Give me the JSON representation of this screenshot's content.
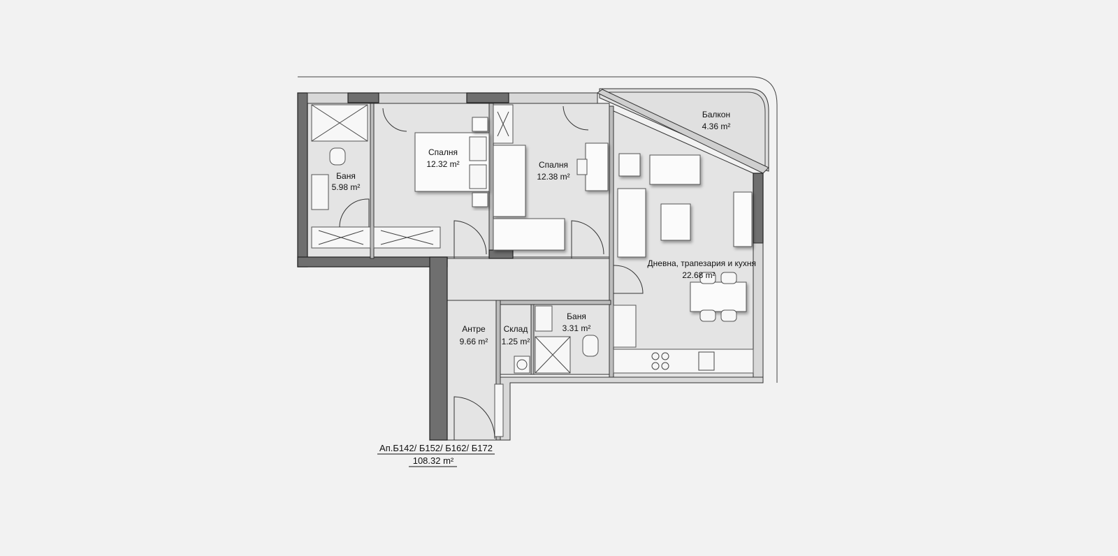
{
  "plan": {
    "apartment_label": "Ап.Б142/ Б152/ Б162/ Б172",
    "apartment_area": "108.32 m²",
    "rooms": [
      {
        "name": "Баня",
        "area": "5.98 m²"
      },
      {
        "name": "Спалня",
        "area": "12.32 m²"
      },
      {
        "name": "Спалня",
        "area": "12.38 m²"
      },
      {
        "name": "Балкон",
        "area": "4.36 m²"
      },
      {
        "name": "Дневна, трапезария и кухня",
        "area": "22.68 m²"
      },
      {
        "name": "Антре",
        "area": "9.66 m²"
      },
      {
        "name": "Склад",
        "area": "1.25 m²"
      },
      {
        "name": "Баня",
        "area": "3.31 m²"
      }
    ]
  },
  "colors": {
    "background": "#f2f2f2",
    "floor": "#e4e4e4",
    "wall": "#6f6f6f"
  }
}
